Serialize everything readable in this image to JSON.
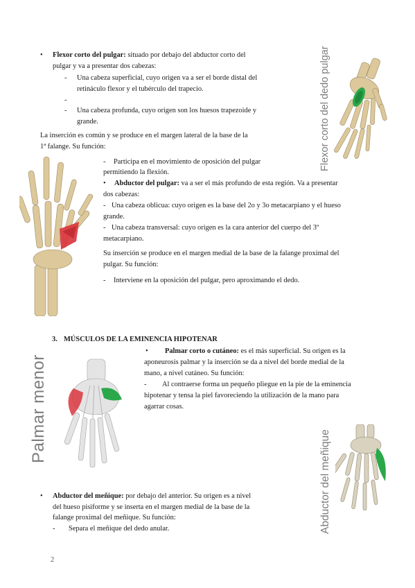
{
  "flexor": {
    "title": "Flexor corto del pulgar:",
    "text1": "situado por debajo del abductor corto del",
    "text2": "pulgar y va a presentar dos cabezas:",
    "items": [
      "Una cabeza superficial, cuyo origen va a ser el borde distal del",
      "retináculo flexor y el tubérculo del trapecio.",
      "",
      "Una cabeza profunda, cuyo origen son los huesos trapezoide y",
      "grande."
    ],
    "insertion1": "La inserción es común y se produce en el margen lateral de la base de la",
    "insertion2": "1ª falange. Su función:",
    "func1": "Participa en el movimiento de oposición del pulgar",
    "func2": "permitiendo la flexión."
  },
  "abductor_pulgar": {
    "title": "Abductor del pulgar:",
    "text1": "va a ser el más profundo de esta región. Va a presentar",
    "text2": "dos cabezas:",
    "head1a": "Una cabeza oblicua: cuyo origen es la base del 2o y 3o metacarpiano y el hueso",
    "head1b": "grande.",
    "head2a": "Una cabeza transversal: cuyo origen es la cara anterior del cuerpo del 3º",
    "head2b": "metacarpiano.",
    "ins1": "Su inserción se produce en el margen medial de la base de la falange proximal del",
    "ins2": "pulgar. Su función:",
    "func": "Interviene en la oposición del pulgar, pero aproximando el dedo."
  },
  "section3": {
    "number": "3.",
    "title": "MÚSCULOS DE LA EMINENCIA HIPOTENAR"
  },
  "palmar": {
    "title": "Palmar corto o cutáneo:",
    "text1": "es el más superficial. Su origen es la",
    "text2": "aponeurosis palmar y la inserción se da a nivel del borde medial de la",
    "text3": "mano, a nivel cutáneo. Su función:",
    "func1": "Al contraerse forma un pequeño pliegue en la pie de la eminencia",
    "func2": "hipotenar y tensa la piel favoreciendo la utilización de la mano para",
    "func3": "agarrar cosas."
  },
  "abductor_menique": {
    "title": "Abductor del meñique:",
    "text1": "por debajo del anterior. Su origen es a nivel",
    "text2": "del hueso pisiforme y se inserta en el margen medial de la base de la",
    "text3": "falange proximal del meñique. Su función:",
    "func": "Separa el meñique del dedo anular."
  },
  "images": {
    "label_flexor": "Flexor corto del dedo pulgar",
    "label_palmar": "Palmar menor",
    "label_abductor": "Abductor del meñique"
  },
  "dash": "-",
  "bullet": "•",
  "page_number": "2",
  "colors": {
    "bone": "#dcc89a",
    "muscle_red": "#d9363e",
    "muscle_green": "#2aa84a",
    "label_gray": "#7d7d7d"
  }
}
